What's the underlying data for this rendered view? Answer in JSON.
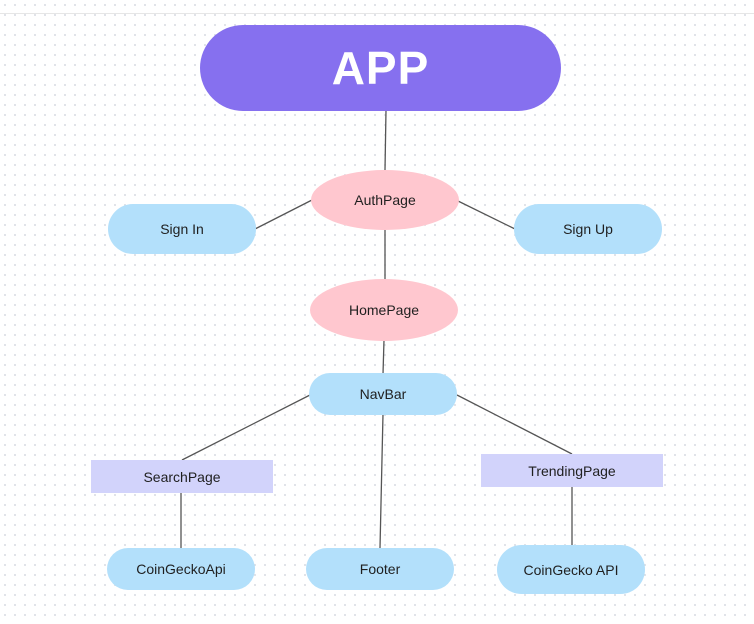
{
  "diagram": {
    "nodes": {
      "app": "APP",
      "auth_page": "AuthPage",
      "sign_in": "Sign In",
      "sign_up": "Sign Up",
      "home_page": "HomePage",
      "nav_bar": "NavBar",
      "search_page": "SearchPage",
      "trending_page": "TrendingPage",
      "coingecko_api_left": "CoinGeckoApi",
      "footer": "Footer",
      "coingecko_api_right": "CoinGecko API"
    },
    "edges": [
      [
        "app",
        "auth_page"
      ],
      [
        "auth_page",
        "sign_in"
      ],
      [
        "auth_page",
        "sign_up"
      ],
      [
        "auth_page",
        "home_page"
      ],
      [
        "home_page",
        "nav_bar"
      ],
      [
        "nav_bar",
        "search_page"
      ],
      [
        "nav_bar",
        "footer"
      ],
      [
        "nav_bar",
        "trending_page"
      ],
      [
        "search_page",
        "coingecko_api_left"
      ],
      [
        "trending_page",
        "coingecko_api_right"
      ]
    ],
    "colors": {
      "root": "#8670ef",
      "page": "#ffc7cf",
      "component": "#b3e0fb",
      "section": "#d2d3fb",
      "connector": "#555555"
    }
  }
}
